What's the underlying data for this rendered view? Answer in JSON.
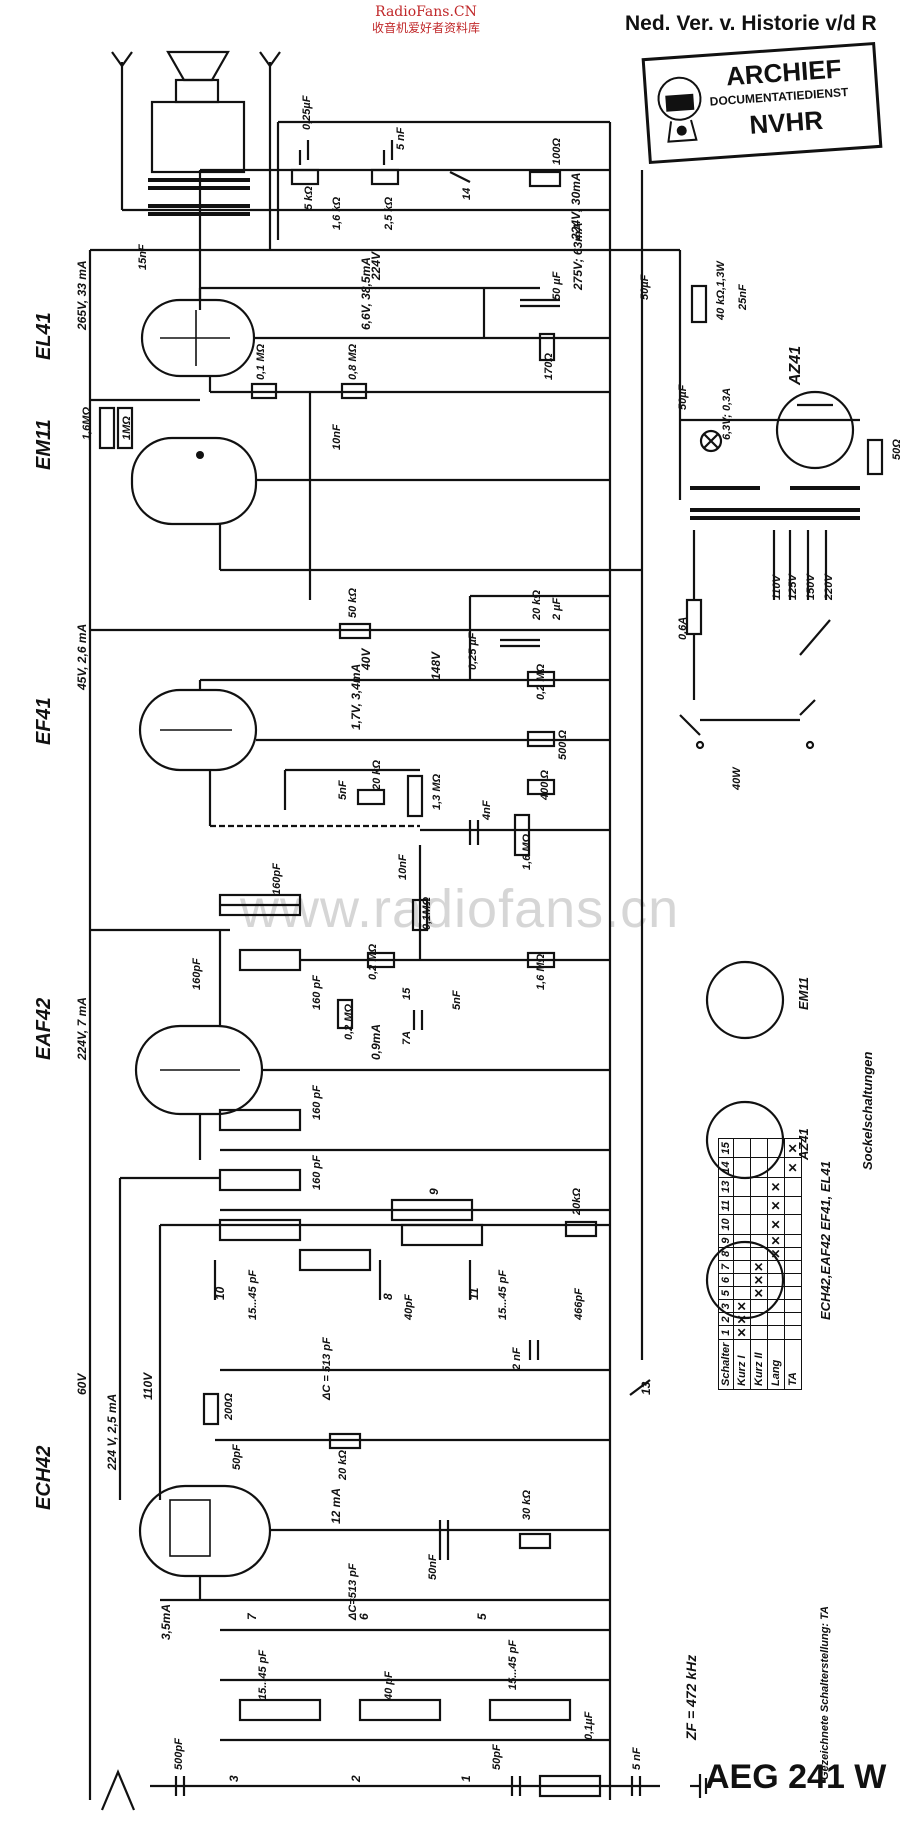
{
  "watermark": {
    "site": "RadioFans.CN",
    "slogan": "收音机爱好者资料库",
    "center": "www.radiofans.cn"
  },
  "header": {
    "title": "Ned. Ver. v. Historie v/d R"
  },
  "stamp": {
    "line1": "ARCHIEF",
    "line2": "DOCUMENTATIEDIENST",
    "line3": "NVHR"
  },
  "model": "AEG  241 W",
  "tubes": {
    "el41": "EL41",
    "em11": "EM11",
    "ef41": "EF41",
    "eaf42": "EAF42",
    "ech42": "ECH42",
    "az41": "AZ41"
  },
  "operating_points": {
    "el41_plate": "265V, 33 mA",
    "el41_g2": "224V",
    "el41_k": "6,6V, 38,5mA",
    "ef41_plate": "45V, 2,6 mA",
    "ef41_g2": "40V",
    "ef41_k": "1,7V, 3,4mA",
    "eaf42_plate": "224V, 7 mA",
    "eaf42_k": "0,9mA",
    "ech42_60": "60V",
    "ech42_plate": "224 V, 2,5 mA",
    "ech42_110": "110V",
    "ech42_12": "12 mA",
    "ech42_35": "3,5mA",
    "bplus1": "224V; 30mA",
    "bplus2": "275V; 63mA",
    "em11_148": "148V"
  },
  "components": {
    "c_025uF": "0,25µF",
    "c_5nF_top": "5 nF",
    "r_5k": "5 kΩ",
    "r_16k": "1,6 kΩ",
    "r_25k": "2,5 kΩ",
    "r_100": "100Ω",
    "sw14": "14",
    "c_15nF": "15nF",
    "c_50uF_a": "50 µF",
    "r_170": "170Ω",
    "r_01M": "0,1 MΩ",
    "r_08M": "0,8 MΩ",
    "c_10nF": "10nF",
    "c_50uF_b": "50µF",
    "r_40k": "40 kΩ,1,3W",
    "c_25nF": "25nF",
    "c_50uF_c": "50µF",
    "lamp": "6,3V; 0,3A",
    "r_50": "50Ω",
    "r_16M": "1,6MΩ",
    "r_1M": "1MΩ",
    "r_50k": "50 kΩ",
    "c_2uF": "2 µF",
    "r_20k": "20 kΩ",
    "c_025uF_b": "0,25 µF",
    "r_02M": "0,2 MΩ",
    "r_500": "500 Ω",
    "r_400": "400 Ω",
    "c_5nF_b": "5nF",
    "r_20k_b": "20 kΩ",
    "r_13M": "1,3 MΩ",
    "c_4nF": "4nF",
    "r_16M_b": "1,6 MΩ",
    "c_10nF_b": "10nF",
    "r_01M_b": "0,1MΩ",
    "c_160pF_a": "160pF",
    "c_160pF_b": "160pF",
    "c_160pF_c": "160 pF",
    "r_02M_b": "0,2 MΩ",
    "r_02M_c": "0,2 MΩ",
    "c_160pF_d": "160 pF",
    "c_5nF_c": "5nF",
    "r_16M_c": "1,6 MΩ",
    "sw15": "15",
    "sw7A": "7A",
    "c_160pF_e": "160 pF",
    "c_160pF_f": "160 pF",
    "r_20k_c": "20kΩ",
    "c_1545pF_a": "15...45 pF",
    "c_40pF_a": "40pF",
    "c_1545pF_b": "15...45 pF",
    "c_466pF": "466pF",
    "c_2nF": "2 nF",
    "dc513": "ΔC = 513 pF",
    "r_200": "200Ω",
    "c_50pF_a": "50pF",
    "r_20k_d": "20 kΩ",
    "c_50nF": "50nF",
    "r_30k": "30 kΩ",
    "dc513b": "ΔC=513 pF",
    "c_1545pF_c": "15...45 pF",
    "c_40pF_b": "40 pF",
    "c_1545pF_d": "15...45 pF",
    "c_500pF": "500pF",
    "c_50pF_b": "50pF",
    "c_01uF": "0,1µF",
    "c_5nF_d": "5 nF",
    "fuse": "0,6A",
    "mains": [
      "110V",
      "125V",
      "150V",
      "220V"
    ],
    "power": "40W",
    "zf": "ZF = 472 kHz"
  },
  "switch_numbers": [
    "1",
    "2",
    "3",
    "5",
    "6",
    "7",
    "8",
    "9",
    "10",
    "11",
    "13"
  ],
  "sockets": {
    "title": "Sockelschaltungen",
    "em11": "EM11",
    "az41": "AZ41",
    "others": "ECH42,EAF42 EF41, EL41"
  },
  "switch_table": {
    "header": [
      "Schalter",
      "1",
      "2",
      "3",
      "5",
      "6",
      "7",
      "8",
      "9",
      "10",
      "11",
      "13",
      "14",
      "15"
    ],
    "rows": [
      {
        "name": "Kurz I",
        "marks": [
          1,
          1,
          1,
          0,
          0,
          0,
          0,
          0,
          0,
          0,
          0,
          0,
          0
        ]
      },
      {
        "name": "Kurz II",
        "marks": [
          0,
          0,
          0,
          1,
          1,
          1,
          0,
          0,
          0,
          0,
          0,
          0,
          0
        ]
      },
      {
        "name": "Lang",
        "marks": [
          0,
          0,
          0,
          0,
          0,
          0,
          1,
          1,
          1,
          1,
          1,
          0,
          0
        ]
      },
      {
        "name": "TA",
        "marks": [
          0,
          0,
          0,
          0,
          0,
          0,
          0,
          0,
          0,
          0,
          0,
          1,
          1
        ]
      }
    ],
    "caption": "Gezeichnete Schalterstellung: TA"
  }
}
